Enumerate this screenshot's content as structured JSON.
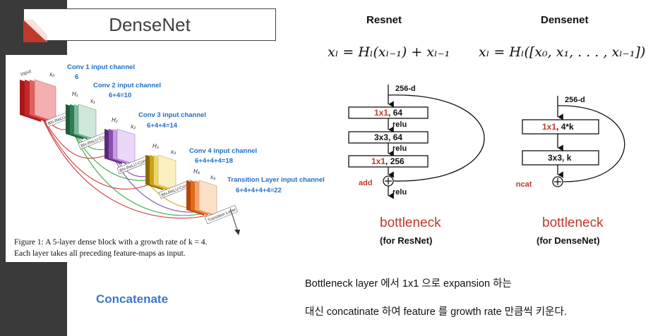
{
  "slide": {
    "title": "DenseNet",
    "concatenate_label": "Concatenate"
  },
  "figure": {
    "labels": {
      "input": "Input",
      "brc": "BN-ReLU-Conv",
      "transition": "Transition Layer",
      "x0": "x₀",
      "x1": "x₁",
      "x2": "x₂",
      "x3": "x₃",
      "x4": "x₄",
      "h1": "H₁",
      "h2": "H₂",
      "h3": "H₃",
      "h4": "H₄"
    },
    "annotations": [
      {
        "title": "Conv 1 input channel",
        "value": "6"
      },
      {
        "title": "Conv 2 input channel",
        "value": "6+4=10"
      },
      {
        "title": "Conv 3 input channel",
        "value": "6+4+4=14"
      },
      {
        "title": "Conv 4 input channel",
        "value": "6+4+4+4=18"
      },
      {
        "title": "Transition Layer input channel",
        "value": "6+4+4+4+4=22"
      }
    ],
    "caption_line1": "Figure 1: A 5-layer dense block with a growth rate of k = 4.",
    "caption_line2": "Each layer takes all preceding feature-maps as input."
  },
  "resnet": {
    "heading": "Resnet",
    "formula": "xₗ = Hₗ(xₗ₋₁) + xₗ₋₁",
    "input_label": "256-d",
    "boxes": [
      {
        "kernel": "1x1",
        "rest": ", 64"
      },
      {
        "kernel": "3x3",
        "rest": ", 64"
      },
      {
        "kernel": "1x1",
        "rest": ", 256"
      }
    ],
    "relu": "relu",
    "merge_label": "add",
    "block_title": "bottleneck",
    "block_sub": "(for ResNet)"
  },
  "densenet": {
    "heading": "Densenet",
    "formula": "xₗ = Hₗ([x₀, x₁, . . . , xₗ₋₁])",
    "input_label": "256-d",
    "boxes": [
      {
        "kernel": "1x1",
        "rest": ", 4*k"
      },
      {
        "kernel": "3x3",
        "rest": ", k"
      }
    ],
    "merge_label": "concat",
    "block_title": "bottleneck",
    "block_sub": "(for DenseNet)"
  },
  "notes": {
    "line1": "Bottleneck layer 에서 1x1 으로 expansion 하는",
    "line2": "대신 concatinate 하여 feature 를 growth rate 만큼씩 키운다."
  },
  "colors": {
    "accent_red": "#c0392b",
    "label_blue": "#1f6fc5",
    "sidebar": "#3a3a3a"
  }
}
